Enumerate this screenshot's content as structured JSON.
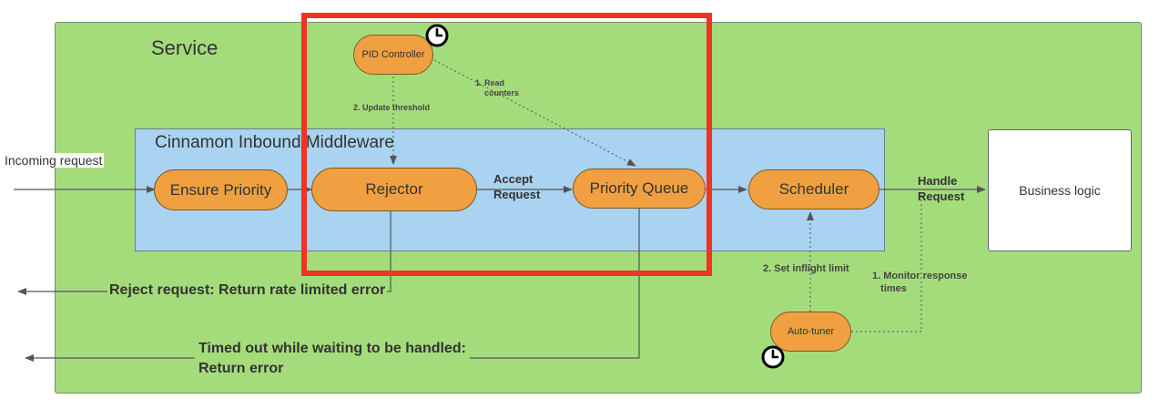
{
  "service": {
    "title": "Service"
  },
  "middleware": {
    "title": "Cinnamon Inbound Middleware"
  },
  "nodes": {
    "ensure_priority": "Ensure Priority",
    "rejector": "Rejector",
    "priority_queue": "Priority Queue",
    "scheduler": "Scheduler",
    "pid_controller": "PID Controller",
    "auto_tuner": "Auto-tuner",
    "business_logic": "Business logic"
  },
  "edge_labels": {
    "incoming_request": "Incoming request",
    "accept_request": "Accept\nRequest",
    "handle_request": "Handle\nRequest",
    "read_counters": "1. Read\n    counters",
    "update_threshold": "2. Update threshold",
    "set_inflight_limit": "2. Set inflight limit",
    "monitor_response_times": "1. Monitor response\n   times",
    "reject_request": "Reject request: Return rate limited error",
    "timed_out": "Timed out while waiting to be handled:\nReturn error"
  },
  "colors": {
    "service_bg": "#a4dc7c",
    "middleware_bg": "#a9d3f0",
    "node_fill": "#f0a040",
    "highlight": "#ee3424",
    "business_bg": "#ffffff"
  },
  "icons": [
    "clock-icon",
    "clock-icon"
  ]
}
